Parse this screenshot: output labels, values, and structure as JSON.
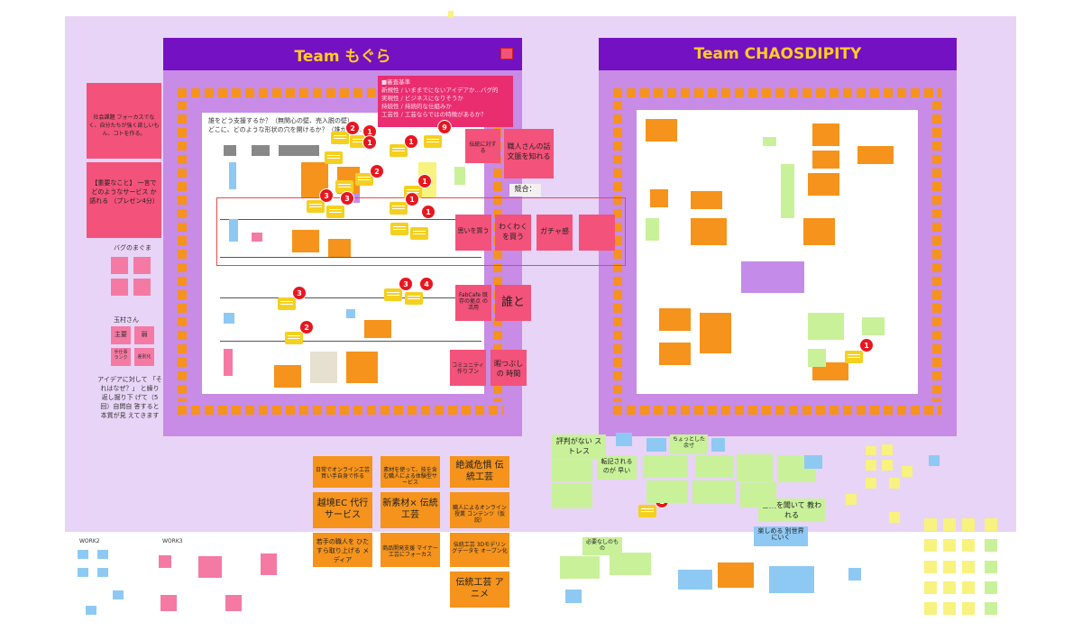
{
  "frames": {
    "left_title": "Team もぐら",
    "right_title": "Team CHAOSDIPITY"
  },
  "left_notes": {
    "n1": "社会課題 フォーカスでなく、自分たちが強く欲しいもん、コトを作る。",
    "n2": "【重要なこと】 一言で どのようなサービス か語れる （プレゼン4分）",
    "bug_label": "バグのまぐま",
    "tamura_label": "玉村さん",
    "t1": "主要",
    "t2": "弱",
    "t3": "手仕事 ランク",
    "t4": "差別化",
    "note_text": "アイデアに対して 「それはなぜ？」 と繰り返し掘り下 げて（5回）自問自 答すると本質が見 えてきます"
  },
  "criteria": {
    "title": "■審査基準",
    "lines": [
      "新規性 / いままでにないアイデアか…バグ的",
      "実現性 / ビジネスになりそうか",
      "持続性 / 持続的な仕組みか",
      "工芸性 / 工芸ならではの特徴があるか？"
    ]
  },
  "board_text": {
    "q1": "誰をどう支援するか？（無関心の壁、売入脱の壁）",
    "q2": "どこに、どのような形状の穴を開けるか？（誰がどの…"
  },
  "middle_notes": {
    "m1": "伝統に対する",
    "m2": "職人さんの話 文脈を知れる",
    "m3": "競合：",
    "m4": "思いを買う",
    "m5": "わくわく を買う",
    "m6": "ガチャ感",
    "m7": "FabCafe 既存の拠点 の活用",
    "m8": "誰と",
    "m9": "コミュニティ 作りブン",
    "m10": "暇つぶしの 時間"
  },
  "bottom_orange": [
    "日常でオンライン工芸 買い手自身で作る",
    "素材を使って、技を含む職人による体験型サービス",
    "絶滅危惧 伝統工芸",
    "越境EC 代行サービス",
    "新素材× 伝統工芸",
    "職人によるオンライン授業 コンテンツ（仮説）",
    "若手の職人を ひたすら取り上げる メディア",
    "商品開発支援 マイナー工芸にフォーカス",
    "伝統工芸 3Dモデリングデータを オープン化",
    "伝統工芸 アニメ"
  ],
  "bottom_right": {
    "g1": "評判がない ストレス",
    "g2": "転記されるのが 早い",
    "g3": "ちょっとした 余寸",
    "g4": "音楽を聞いて 教われる",
    "g5": "楽しめる 別世界にいく",
    "g6": "必要なしのもの"
  },
  "work_labels": [
    "WORK2",
    "WORK3"
  ],
  "badges": [
    "2",
    "1",
    "1",
    "1",
    "2",
    "1",
    "1",
    "3",
    "3",
    "1",
    "9",
    "3",
    "2",
    "3",
    "4",
    "1",
    "1"
  ],
  "colors": {
    "frame_head": "#7411c2",
    "frame_title": "#ffcc22",
    "frame_body": "#c88be6",
    "background": "#e8d4f6",
    "pink_note": "#f3527a",
    "orange_note": "#f5931c",
    "badge": "#e8161f"
  }
}
